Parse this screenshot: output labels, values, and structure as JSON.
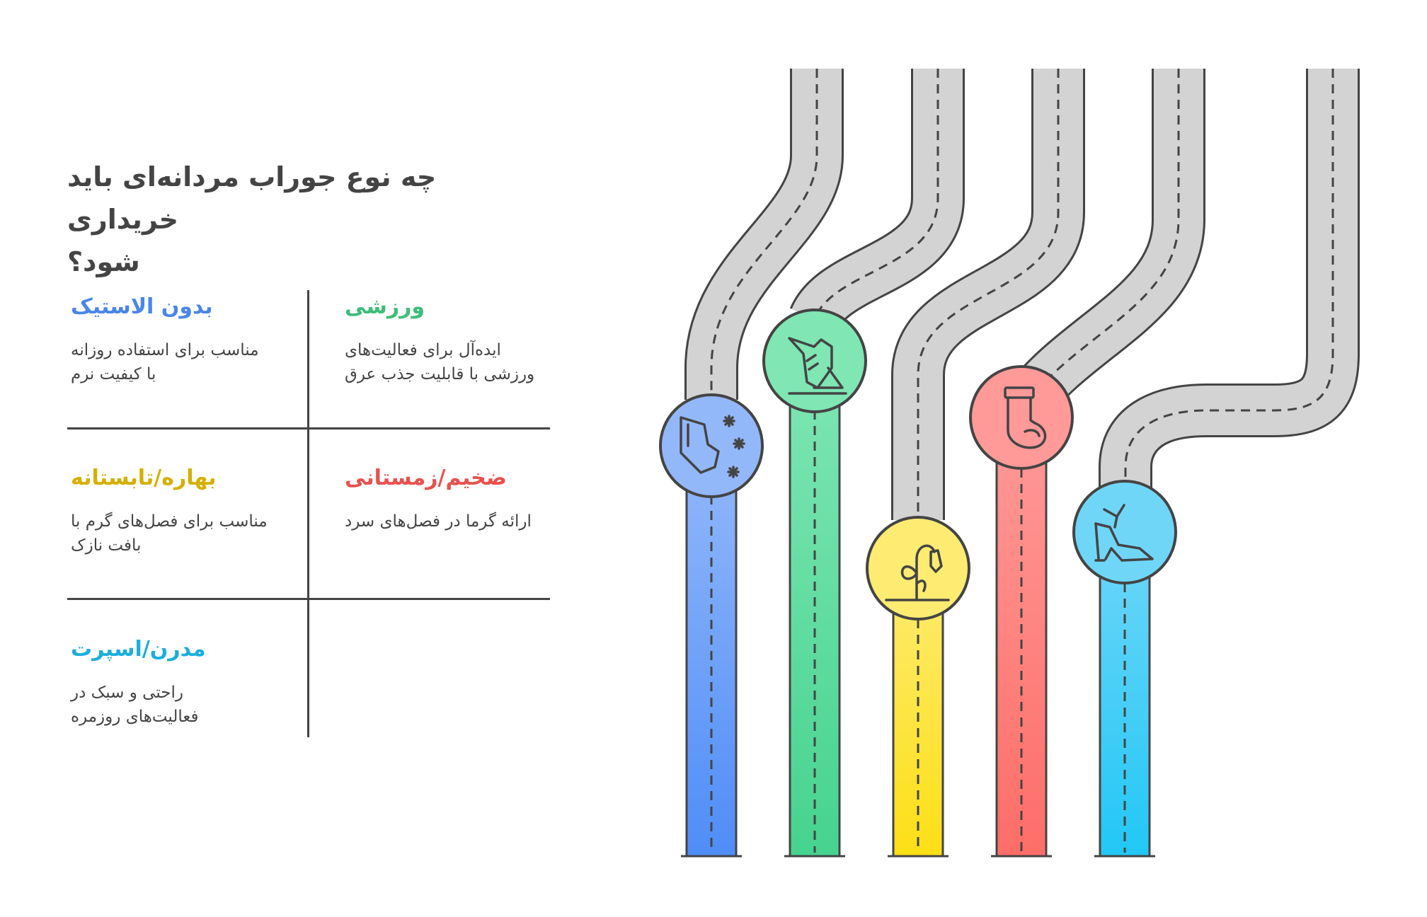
{
  "title": {
    "line1": "چه نوع جوراب مردانه‌ای باید خریداری",
    "line2": "شود؟"
  },
  "categories": [
    {
      "key": "no_elastic",
      "title": "بدون الاستیک",
      "desc_lines": [
        "مناسب برای استفاده روزانه",
        "با کیفیت نرم"
      ],
      "color": "#4A86E8",
      "icon": "sock-snowflake-icon"
    },
    {
      "key": "sport",
      "title": "ورزشی",
      "desc_lines": [
        "ایده‌آل برای فعالیت‌های",
        "ورزشی با قابلیت جذب عرق"
      ],
      "color": "#3DBE7A",
      "icon": "running-shoe-icon"
    },
    {
      "key": "summer",
      "title": "بهاره/تابستانه",
      "desc_lines": [
        "مناسب برای فصل‌های گرم با",
        "بافت نازک"
      ],
      "color": "#D4B000",
      "icon": "wilted-plant-icon"
    },
    {
      "key": "winter",
      "title": "ضخیم/زمستانی",
      "desc_lines": [
        "ارائه گرما در فصل‌های سرد"
      ],
      "color": "#E8514E",
      "icon": "wool-sock-icon"
    },
    {
      "key": "modern",
      "title": "مدرن/اسپرت",
      "desc_lines": [
        "راحتی و سبک در",
        "فعالیت‌های روزمره"
      ],
      "color": "#1BAEDC",
      "icon": "high-heel-shoe-icon"
    }
  ],
  "road_colors": {
    "road": "#D3D3D3",
    "outline": "#444444",
    "lane": [
      "#93B8FA",
      "#7FE6B4",
      "#FDEB72",
      "#FF9A98",
      "#6FD6F8"
    ],
    "lane_dark": [
      "#4F8DF7",
      "#46D38F",
      "#FDDF15",
      "#FE6D68",
      "#22C7F5"
    ]
  }
}
